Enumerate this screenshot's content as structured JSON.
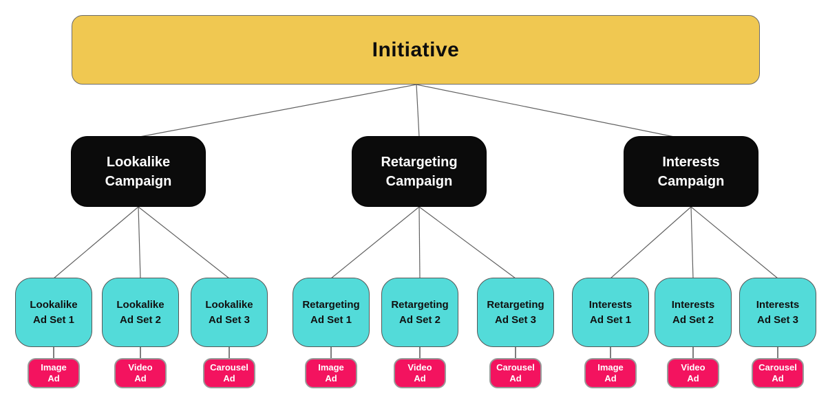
{
  "diagram": {
    "root": {
      "label": "Initiative"
    },
    "campaigns": [
      {
        "label": "Lookalike\nCampaign",
        "ad_sets": [
          {
            "label": "Lookalike\nAd Set 1",
            "ad_label": "Image\nAd"
          },
          {
            "label": "Lookalike\nAd Set 2",
            "ad_label": "Video\nAd"
          },
          {
            "label": "Lookalike\nAd Set 3",
            "ad_label": "Carousel\nAd"
          }
        ]
      },
      {
        "label": "Retargeting\nCampaign",
        "ad_sets": [
          {
            "label": "Retargeting\nAd Set 1",
            "ad_label": "Image\nAd"
          },
          {
            "label": "Retargeting\nAd Set 2",
            "ad_label": "Video\nAd"
          },
          {
            "label": "Retargeting\nAd Set 3",
            "ad_label": "Carousel\nAd"
          }
        ]
      },
      {
        "label": "Interests\nCampaign",
        "ad_sets": [
          {
            "label": "Interests\nAd Set 1",
            "ad_label": "Image\nAd"
          },
          {
            "label": "Interests\nAd Set 2",
            "ad_label": "Video\nAd"
          },
          {
            "label": "Interests\nAd Set 3",
            "ad_label": "Carousel\nAd"
          }
        ]
      }
    ],
    "colors": {
      "root_fill": "#F0C851",
      "campaign_fill": "#0B0B0B",
      "ad_set_fill": "#53DBD9",
      "ad_fill": "#F3135F",
      "connector": "#606060"
    }
  }
}
